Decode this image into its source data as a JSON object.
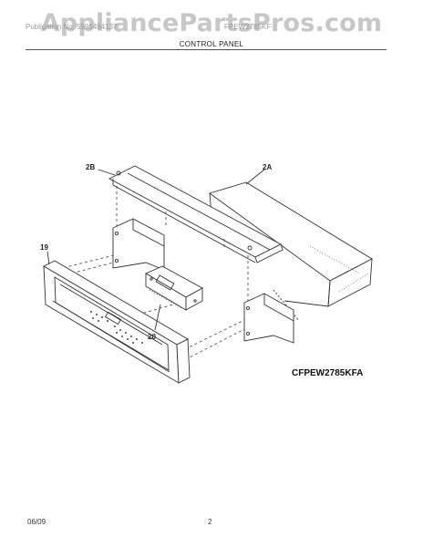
{
  "header": {
    "watermark": "AppliancePartsPros.com",
    "publication_fragment": "Publication No: 5995494137",
    "model_fragment": "FPEW2785KF",
    "section_title": "CONTROL PANEL"
  },
  "callouts": {
    "part_2b": "2B",
    "part_2a": "2A",
    "part_19": "19",
    "part_20": "20"
  },
  "model_code": "CFPEW2785KFA",
  "footer": {
    "date": "06/09",
    "page": "2"
  }
}
